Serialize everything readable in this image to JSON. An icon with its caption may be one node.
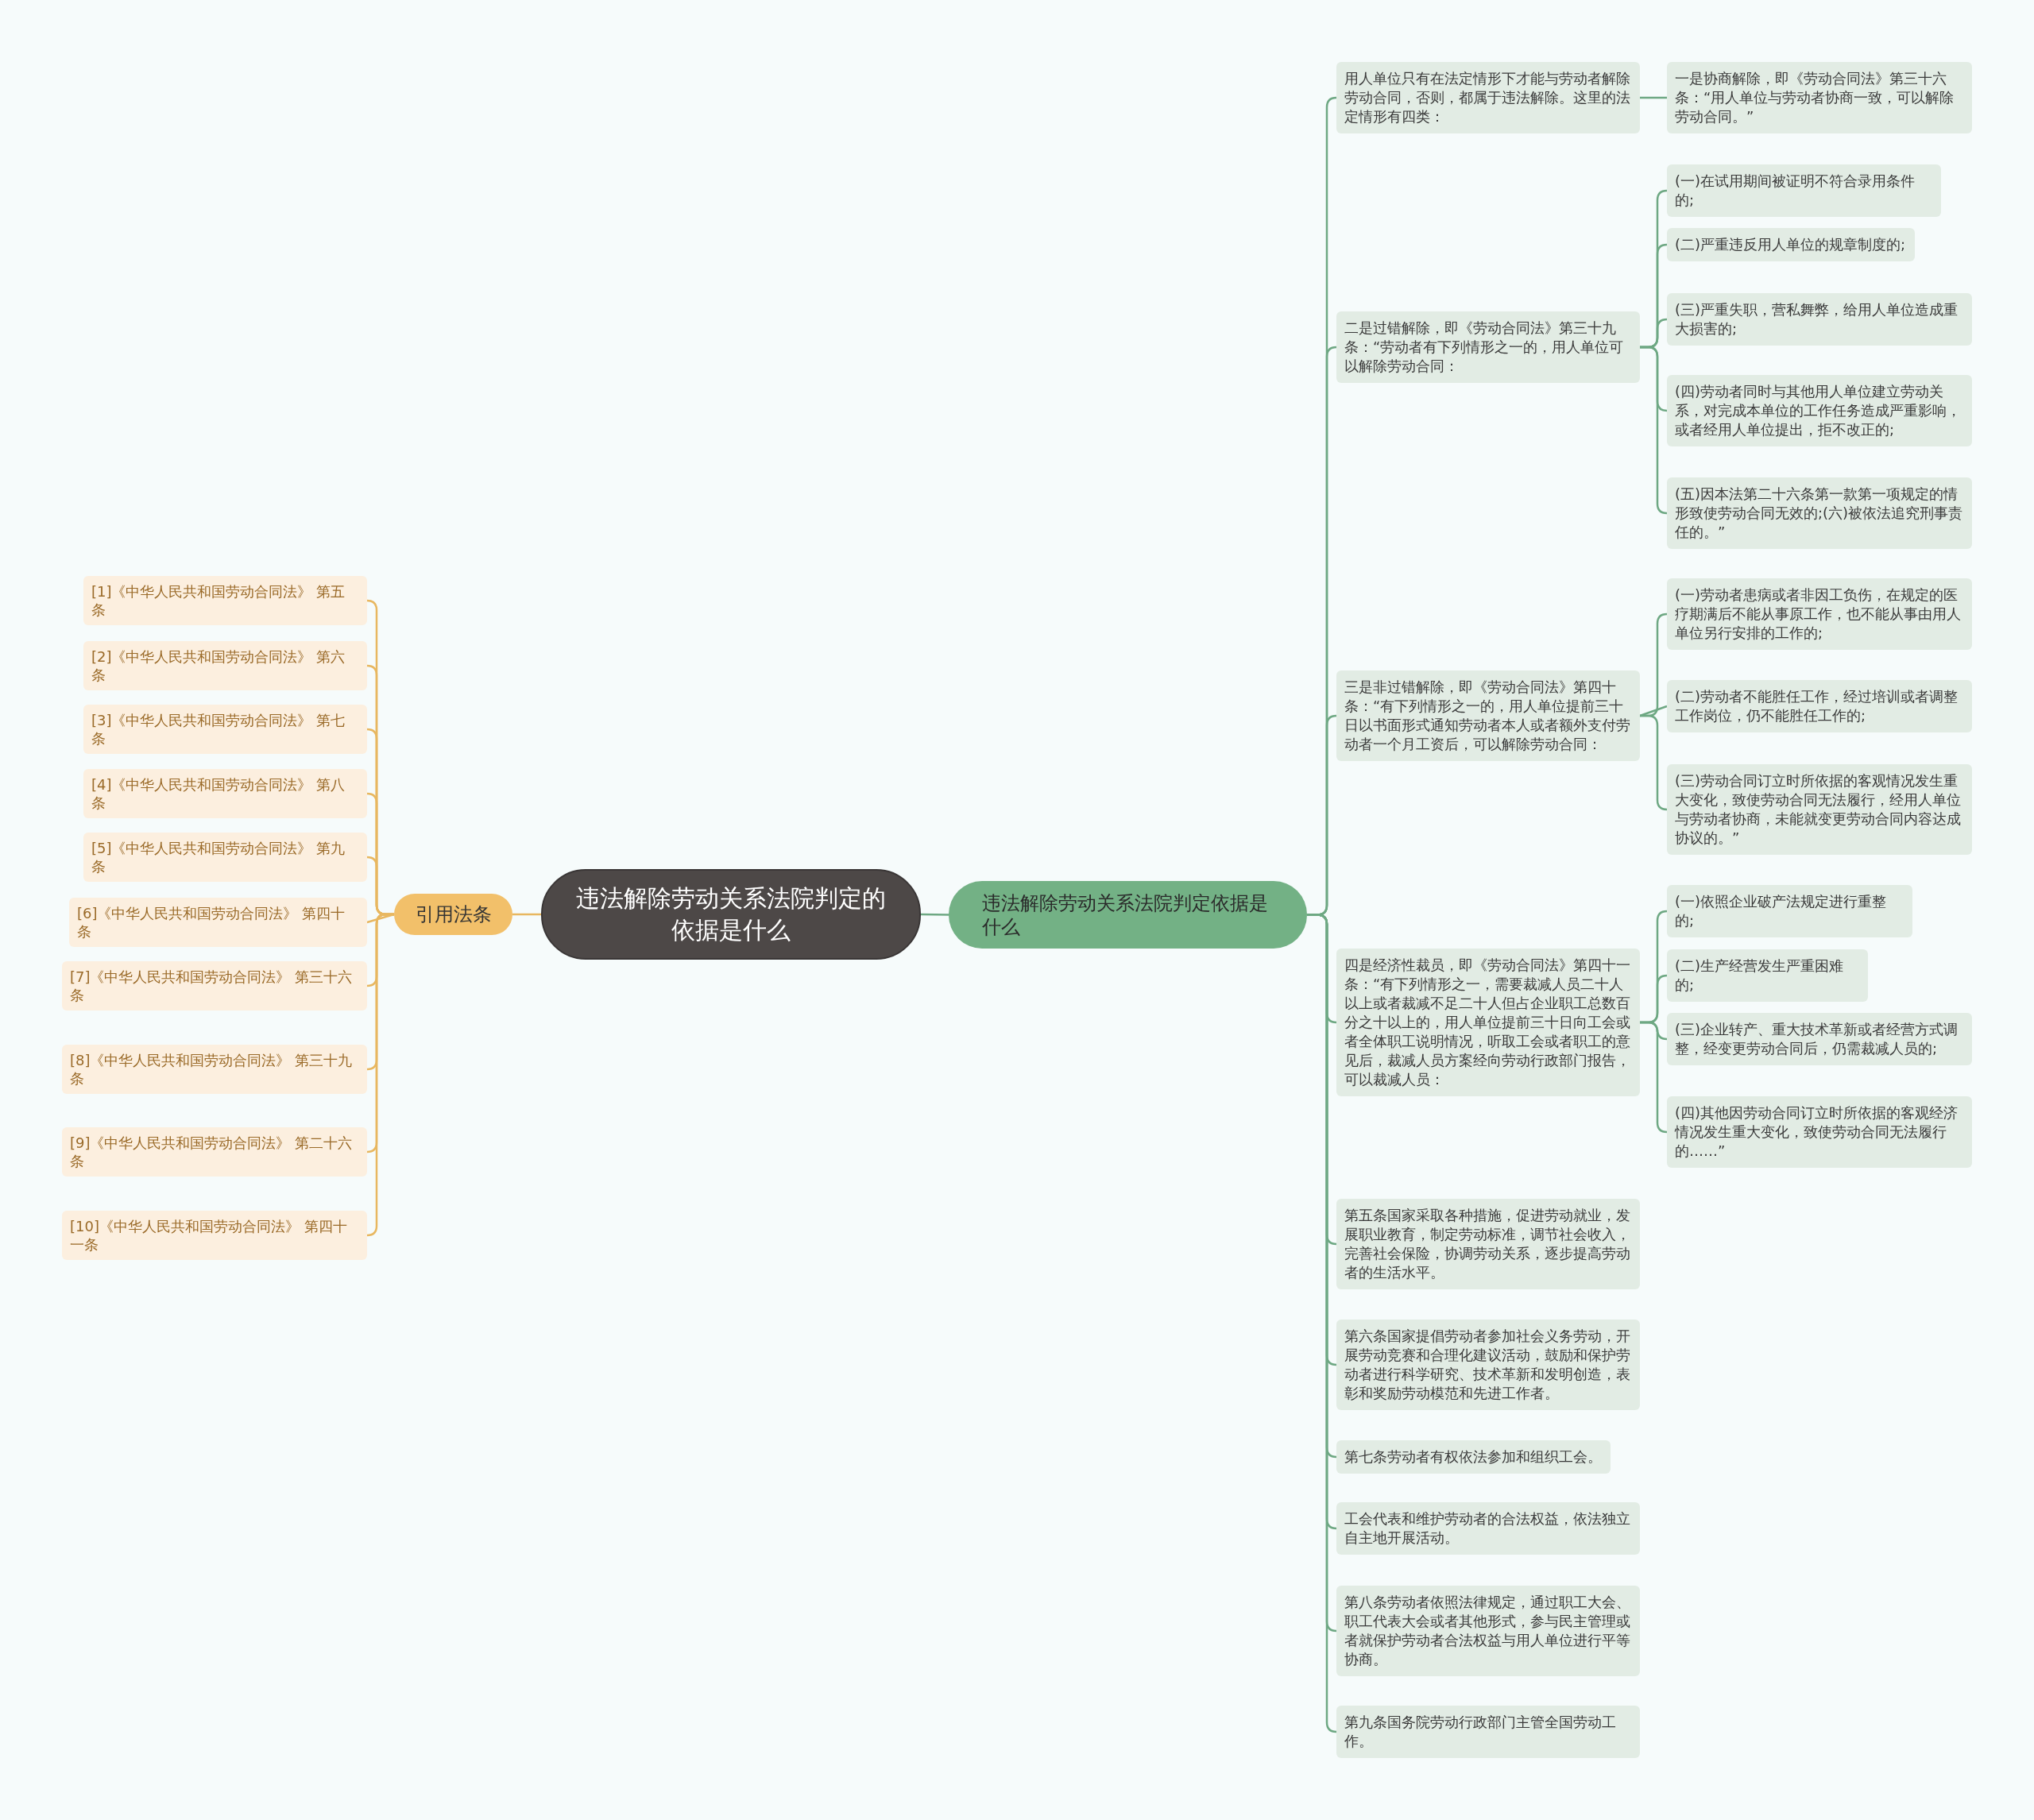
{
  "diagram": {
    "nodes": [
      {
        "text": [
          "违法解除劳动关系法院判定的依据是什么"
        ]
      },
      {
        "text": [
          "引用法条"
        ]
      },
      {
        "text": [
          "违法解除劳动关系法院判定依据是什么"
        ]
      },
      {
        "text": [
          "用人单位只有在法定情形下才能与劳动者解除劳动合同，否则，都属于违法解除。这里的法定情形有四类："
        ]
      },
      {
        "text": [
          "一是协商解除，即《劳动合同法》第三十六条：“用人单位与劳动者协商一致，可以解除劳动合同。”"
        ]
      },
      {
        "text": [
          "二是过错解除，即《劳动合同法》第三十九条：“劳动者有下列情形之一的，用人单位可以解除劳动合同："
        ]
      },
      {
        "text": [
          "(一)在试用期间被证明不符合录用条件的;"
        ]
      },
      {
        "text": [
          "(二)严重违反用人单位的规章制度的;"
        ]
      },
      {
        "text": [
          "(三)严重失职，营私舞弊，给用人单位造成重大损害的;"
        ]
      },
      {
        "text": [
          "(四)劳动者同时与其他用人单位建立劳动关系，对完成本单位的工作任务造成严重影响，或者经用人单位提出，拒不改正的;"
        ]
      },
      {
        "text": [
          "(五)因本法第二十六条第一款第一项规定的情形致使劳动合同无效的;(六)被依法追究刑事责任的。”"
        ]
      },
      {
        "text": [
          "三是非过错解除，即《劳动合同法》第四十条：“有下列情形之一的，用人单位提前三十日以书面形式通知劳动者本人或者额外支付劳动者一个月工资后，可以解除劳动合同："
        ]
      },
      {
        "text": [
          "(一)劳动者患病或者非因工负伤，在规定的医疗期满后不能从事原工作，也不能从事由用人单位另行安排的工作的;"
        ]
      },
      {
        "text": [
          "(二)劳动者不能胜任工作，经过培训或者调整工作岗位，仍不能胜任工作的;"
        ]
      },
      {
        "text": [
          "(三)劳动合同订立时所依据的客观情况发生重大变化，致使劳动合同无法履行，经用人单位与劳动者协商，未能就变更劳动合同内容达成协议的。”"
        ]
      },
      {
        "text": [
          "四是经济性裁员，即《劳动合同法》第四十一条：“有下列情形之一，需要裁减人员二十人以上或者裁减不足二十人但占企业职工总数百分之十以上的，用人单位提前三十日向工会或者全体职工说明情况，听取工会或者职工的意见后，裁减人员方案经向劳动行政部门报告，可以裁减人员："
        ]
      },
      {
        "text": [
          "(一)依照企业破产法规定进行重整的;"
        ]
      },
      {
        "text": [
          "(二)生产经营发生严重困难的;"
        ]
      },
      {
        "text": [
          "(三)企业转产、重大技术革新或者经营方式调整，经变更劳动合同后，仍需裁减人员的;"
        ]
      },
      {
        "text": [
          "(四)其他因劳动合同订立时所依据的客观经济情况发生重大变化，致使劳动合同无法履行的……”"
        ]
      },
      {
        "text": [
          "第五条国家采取各种措施，促进劳动就业，发展职业教育，制定劳动标准，调节社会收入，完善社会保险，协调劳动关系，逐步提高劳动者的生活水平。"
        ]
      },
      {
        "text": [
          "第六条国家提倡劳动者参加社会义务劳动，开展劳动竞赛和合理化建议活动，鼓励和保护劳动者进行科学研究、技术革新和发明创造，表彰和奖励劳动模范和先进工作者。"
        ]
      },
      {
        "text": [
          "第七条劳动者有权依法参加和组织工会。"
        ]
      },
      {
        "text": [
          "工会代表和维护劳动者的合法权益，依法独立自主地开展活动。"
        ]
      },
      {
        "text": [
          "第八条劳动者依照法律规定，通过职工大会、职工代表大会或者其他形式，参与民主管理或者就保护劳动者合法权益与用人单位进行平等协商。"
        ]
      },
      {
        "text": [
          "第九条国务院劳动行政部门主管全国劳动工作。"
        ]
      },
      {
        "text": [
          "[1]《中华人民共和国劳动合同法》 第五条"
        ]
      },
      {
        "text": [
          "[2]《中华人民共和国劳动合同法》 第六条"
        ]
      },
      {
        "text": [
          "[3]《中华人民共和国劳动合同法》 第七条"
        ]
      },
      {
        "text": [
          "[4]《中华人民共和国劳动合同法》 第八条"
        ]
      },
      {
        "text": [
          "[5]《中华人民共和国劳动合同法》 第九条"
        ]
      },
      {
        "text": [
          "[6]《中华人民共和国劳动合同法》 第四十条"
        ]
      },
      {
        "text": [
          "[7]《中华人民共和国劳动合同法》 第三十六条"
        ]
      },
      {
        "text": [
          "[8]《中华人民共和国劳动合同法》 第三十九条"
        ]
      },
      {
        "text": [
          "[9]《中华人民共和国劳动合同法》 第二十六条"
        ]
      },
      {
        "text": [
          "[10]《中华人民共和国劳动合同法》 第四十一条"
        ]
      }
    ],
    "edges": [
      {
        "from": 0,
        "to": 1,
        "arrow": "none",
        "color": "#e8b760"
      },
      {
        "from": 0,
        "to": 2,
        "arrow": "none"
      },
      {
        "from": 2,
        "to": 3,
        "arrow": "none"
      },
      {
        "from": 3,
        "to": 4,
        "arrow": "none"
      },
      {
        "from": 2,
        "to": 5,
        "arrow": "none"
      },
      {
        "from": 5,
        "to": 6,
        "arrow": "none"
      },
      {
        "from": 5,
        "to": 7,
        "arrow": "none"
      },
      {
        "from": 5,
        "to": 8,
        "arrow": "none"
      },
      {
        "from": 5,
        "to": 9,
        "arrow": "none"
      },
      {
        "from": 5,
        "to": 10,
        "arrow": "none"
      },
      {
        "from": 2,
        "to": 11,
        "arrow": "none"
      },
      {
        "from": 11,
        "to": 12,
        "arrow": "none"
      },
      {
        "from": 11,
        "to": 13,
        "arrow": "none"
      },
      {
        "from": 11,
        "to": 14,
        "arrow": "none"
      },
      {
        "from": 2,
        "to": 15,
        "arrow": "none"
      },
      {
        "from": 15,
        "to": 16,
        "arrow": "none"
      },
      {
        "from": 15,
        "to": 17,
        "arrow": "none"
      },
      {
        "from": 15,
        "to": 18,
        "arrow": "none"
      },
      {
        "from": 15,
        "to": 19,
        "arrow": "none"
      },
      {
        "from": 2,
        "to": 20,
        "arrow": "none"
      },
      {
        "from": 2,
        "to": 21,
        "arrow": "none"
      },
      {
        "from": 2,
        "to": 22,
        "arrow": "none"
      },
      {
        "from": 2,
        "to": 23,
        "arrow": "none"
      },
      {
        "from": 2,
        "to": 24,
        "arrow": "none"
      },
      {
        "from": 2,
        "to": 25,
        "arrow": "none"
      },
      {
        "from": 1,
        "to": 26,
        "arrow": "none",
        "color": "#e8b760"
      },
      {
        "from": 1,
        "to": 27,
        "arrow": "none",
        "color": "#e8b760"
      },
      {
        "from": 1,
        "to": 28,
        "arrow": "none",
        "color": "#e8b760"
      },
      {
        "from": 1,
        "to": 29,
        "arrow": "none",
        "color": "#e8b760"
      },
      {
        "from": 1,
        "to": 30,
        "arrow": "none",
        "color": "#e8b760"
      },
      {
        "from": 1,
        "to": 31,
        "arrow": "none",
        "color": "#e8b760"
      },
      {
        "from": 1,
        "to": 32,
        "arrow": "none",
        "color": "#e8b760"
      },
      {
        "from": 1,
        "to": 33,
        "arrow": "none",
        "color": "#e8b760"
      },
      {
        "from": 1,
        "to": 34,
        "arrow": "none",
        "color": "#e8b760"
      },
      {
        "from": 1,
        "to": 35,
        "arrow": "none",
        "color": "#e8b760"
      }
    ]
  }
}
